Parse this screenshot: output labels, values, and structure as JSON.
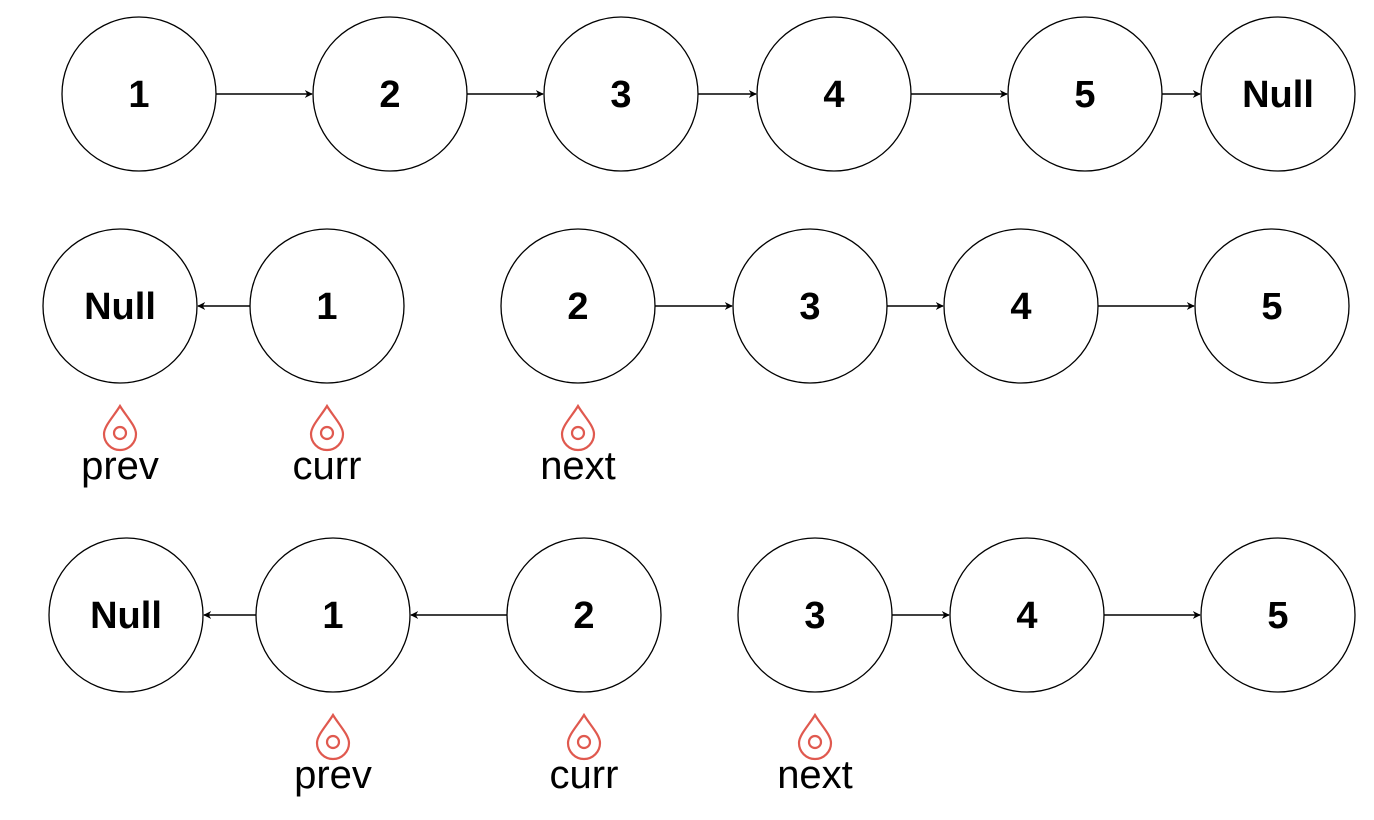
{
  "pointer_color": "#e0594f",
  "rows": [
    {
      "nodes": [
        "1",
        "2",
        "3",
        "4",
        "5",
        "Null"
      ],
      "edges": [
        {
          "from": 0,
          "to": 1,
          "dir": "forward"
        },
        {
          "from": 1,
          "to": 2,
          "dir": "forward"
        },
        {
          "from": 2,
          "to": 3,
          "dir": "forward"
        },
        {
          "from": 3,
          "to": 4,
          "dir": "forward"
        },
        {
          "from": 4,
          "to": 5,
          "dir": "forward"
        }
      ],
      "pointers": []
    },
    {
      "nodes": [
        "Null",
        "1",
        "2",
        "3",
        "4",
        "5"
      ],
      "edges": [
        {
          "from": 1,
          "to": 0,
          "dir": "backward"
        },
        {
          "from": 2,
          "to": 3,
          "dir": "forward"
        },
        {
          "from": 3,
          "to": 4,
          "dir": "forward"
        },
        {
          "from": 4,
          "to": 5,
          "dir": "forward"
        }
      ],
      "pointers": [
        {
          "label": "prev",
          "node": 0
        },
        {
          "label": "curr",
          "node": 1
        },
        {
          "label": "next",
          "node": 2
        }
      ]
    },
    {
      "nodes": [
        "Null",
        "1",
        "2",
        "3",
        "4",
        "5"
      ],
      "edges": [
        {
          "from": 1,
          "to": 0,
          "dir": "backward"
        },
        {
          "from": 2,
          "to": 1,
          "dir": "backward"
        },
        {
          "from": 3,
          "to": 4,
          "dir": "forward"
        },
        {
          "from": 4,
          "to": 5,
          "dir": "forward"
        }
      ],
      "pointers": [
        {
          "label": "prev",
          "node": 1
        },
        {
          "label": "curr",
          "node": 2
        },
        {
          "label": "next",
          "node": 3
        }
      ]
    }
  ]
}
